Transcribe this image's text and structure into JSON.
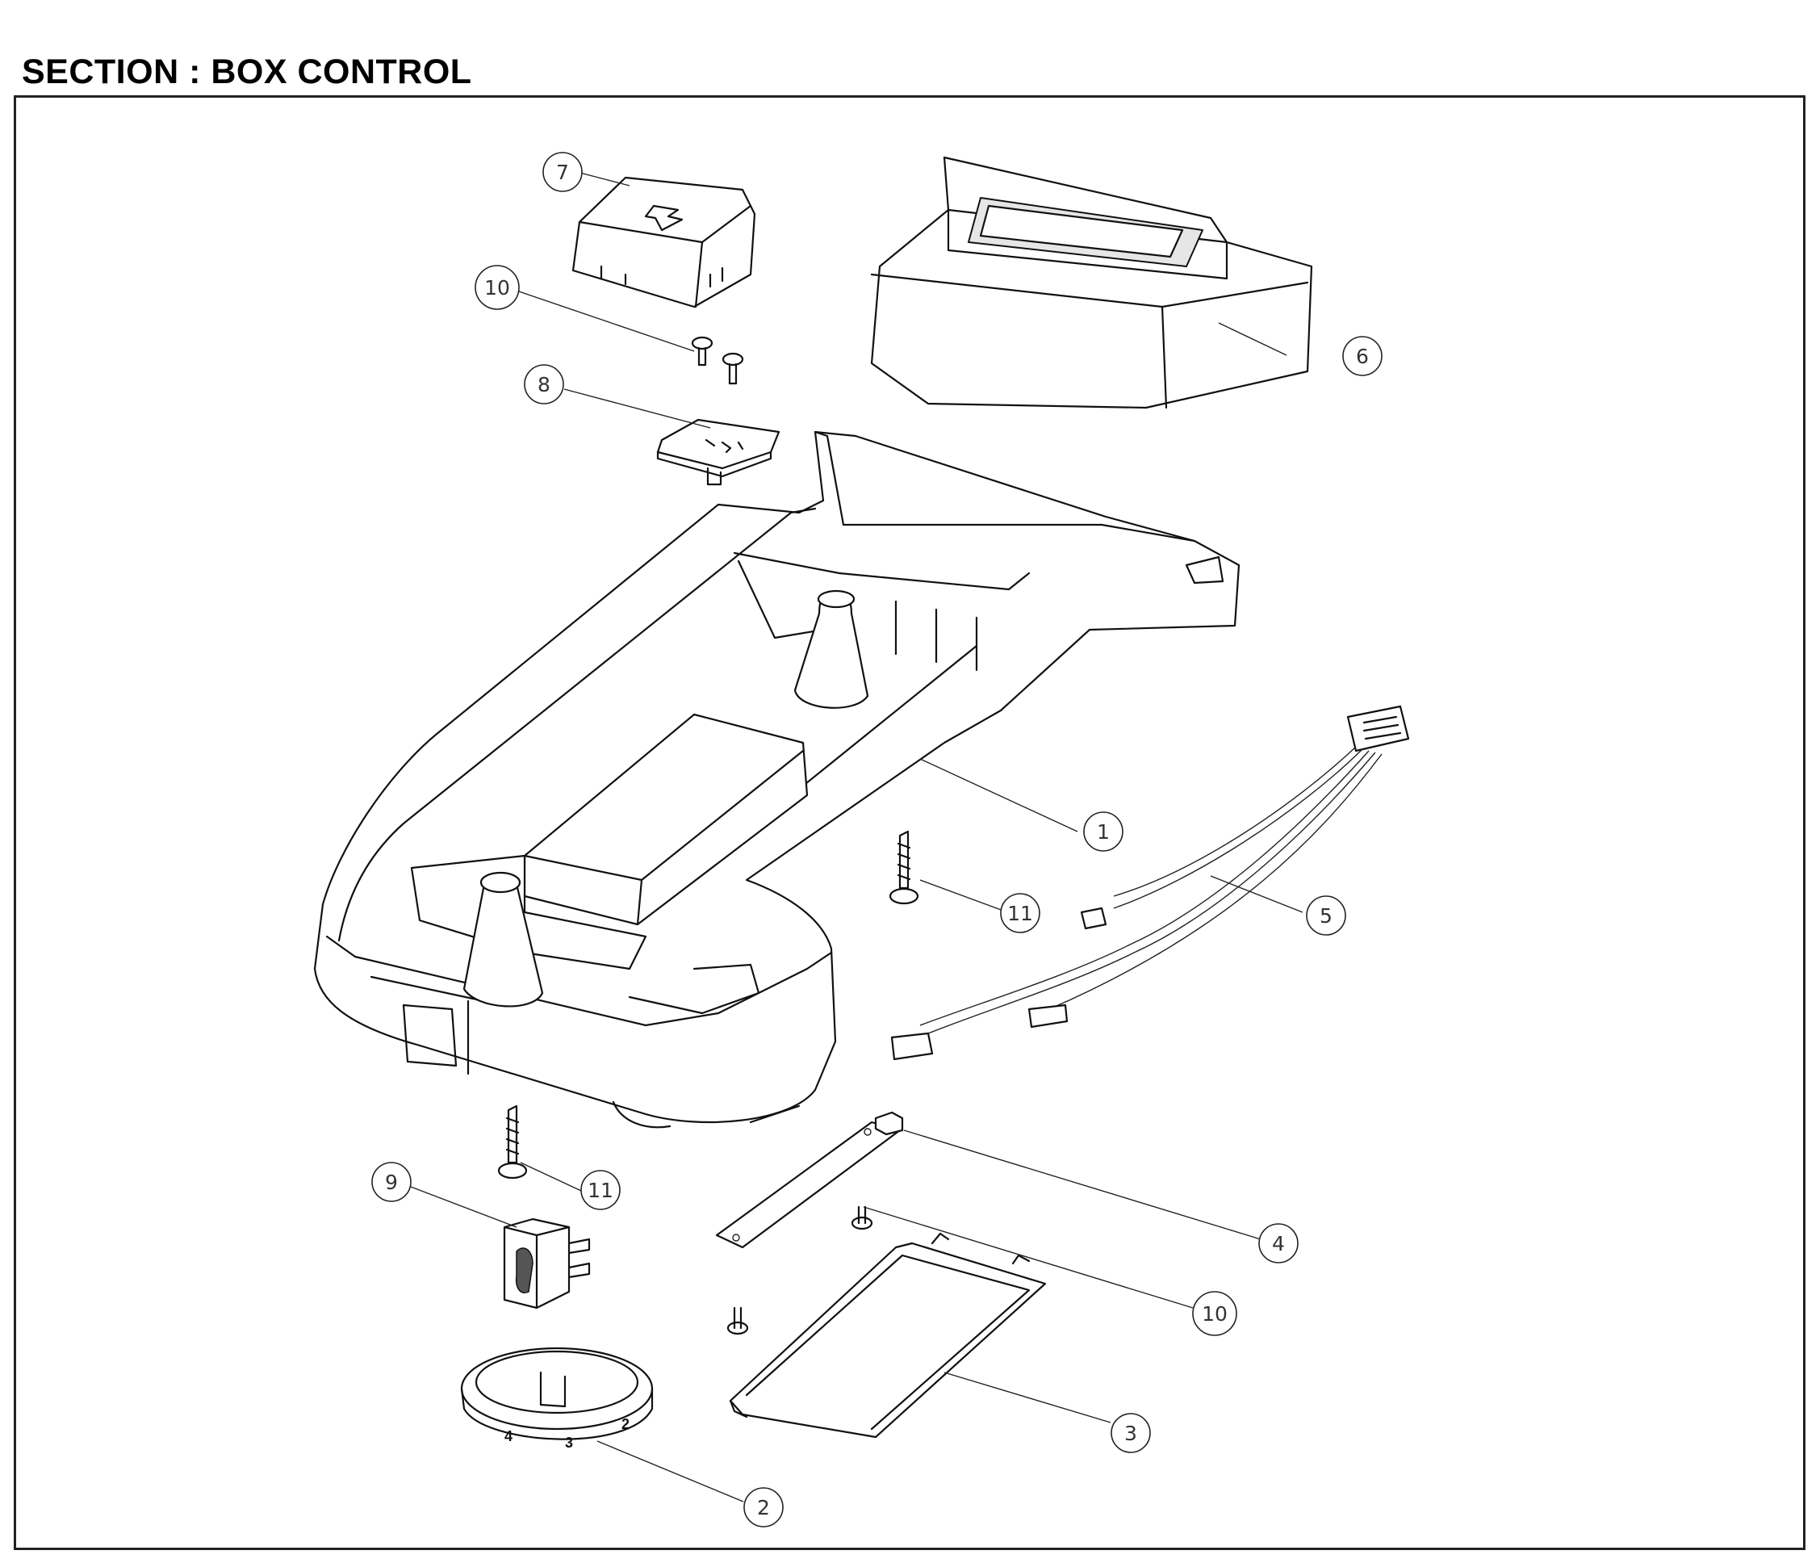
{
  "section_title": "SECTION : BOX CONTROL",
  "callouts": [
    {
      "label": "1"
    },
    {
      "label": "2"
    },
    {
      "label": "3"
    },
    {
      "label": "4"
    },
    {
      "label": "5"
    },
    {
      "label": "6"
    },
    {
      "label": "7"
    },
    {
      "label": "8"
    },
    {
      "label": "9"
    },
    {
      "label": "10"
    },
    {
      "label": "10"
    },
    {
      "label": "11"
    },
    {
      "label": "11"
    }
  ],
  "dial_numbers": [
    "4",
    "3",
    "2"
  ]
}
